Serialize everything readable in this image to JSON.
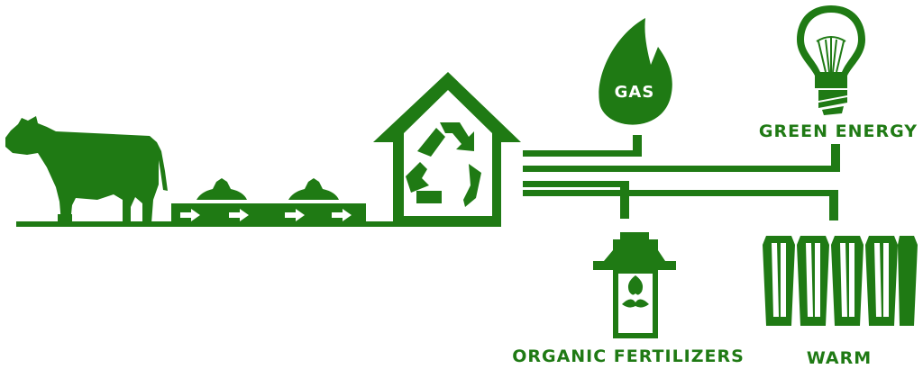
{
  "colors": {
    "primary": "#1f7a14",
    "background": "#ffffff"
  },
  "labels": {
    "gas": "GAS",
    "green_energy": "GREEN ENERGY",
    "organic_fertilizers": "ORGANIC FERTILIZERS",
    "warm": "WARM"
  },
  "icons": [
    "cow-icon",
    "manure-conveyor-icon",
    "recycle-house-icon",
    "gas-flame-icon",
    "light-bulb-icon",
    "fertilizer-tank-icon",
    "radiator-icon"
  ]
}
